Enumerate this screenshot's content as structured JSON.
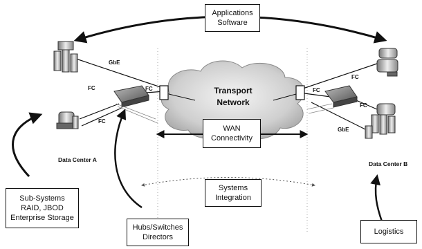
{
  "boxes": {
    "applications": "Applications\nSoftware",
    "wan": "WAN\nConnectivity",
    "systems": "Systems\nIntegration",
    "subsystems": "Sub-Systems\nRAID, JBOD\nEnterprise Storage",
    "hubs": "Hubs/Switches\nDirectors",
    "logistics": "Logistics"
  },
  "network_label": "Transport\nNetwork",
  "links": {
    "gbe_left": "GbE",
    "fc_left_1": "FC",
    "fc_left_2": "FC",
    "fc_left_3": "FC",
    "fc_right_1": "FC",
    "fc_right_2": "FC",
    "fc_right_3": "FC",
    "gbe_right": "GbE"
  },
  "data_centers": {
    "a": "Data Center A",
    "b": "Data Center B"
  }
}
